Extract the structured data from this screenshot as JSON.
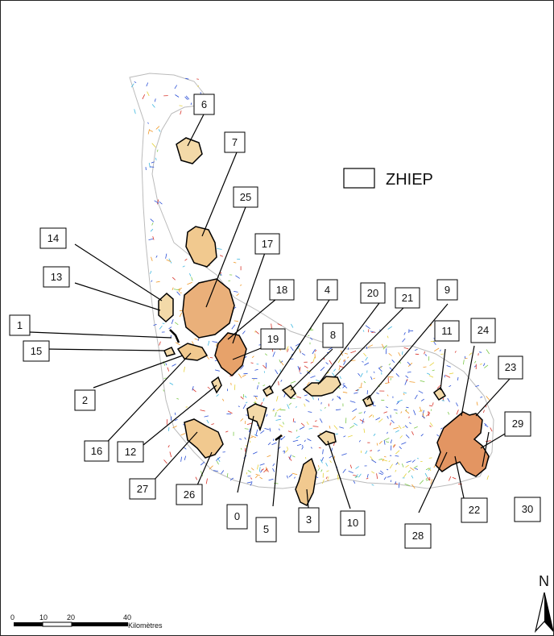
{
  "legend": {
    "label": "ZHIEP"
  },
  "zones": [
    {
      "id": "0",
      "label": "0"
    },
    {
      "id": "1",
      "label": "1"
    },
    {
      "id": "2",
      "label": "2"
    },
    {
      "id": "3",
      "label": "3"
    },
    {
      "id": "4",
      "label": "4"
    },
    {
      "id": "5",
      "label": "5"
    },
    {
      "id": "6",
      "label": "6"
    },
    {
      "id": "7",
      "label": "7"
    },
    {
      "id": "8",
      "label": "8"
    },
    {
      "id": "9",
      "label": "9"
    },
    {
      "id": "10",
      "label": "10"
    },
    {
      "id": "11",
      "label": "11"
    },
    {
      "id": "12",
      "label": "12"
    },
    {
      "id": "13",
      "label": "13"
    },
    {
      "id": "14",
      "label": "14"
    },
    {
      "id": "15",
      "label": "15"
    },
    {
      "id": "16",
      "label": "16"
    },
    {
      "id": "17",
      "label": "17"
    },
    {
      "id": "18",
      "label": "18"
    },
    {
      "id": "19",
      "label": "19"
    },
    {
      "id": "20",
      "label": "20"
    },
    {
      "id": "21",
      "label": "21"
    },
    {
      "id": "22",
      "label": "22"
    },
    {
      "id": "23",
      "label": "23"
    },
    {
      "id": "24",
      "label": "24"
    },
    {
      "id": "25",
      "label": "25"
    },
    {
      "id": "26",
      "label": "26"
    },
    {
      "id": "27",
      "label": "27"
    },
    {
      "id": "28",
      "label": "28"
    },
    {
      "id": "29",
      "label": "29"
    },
    {
      "id": "30",
      "label": "30"
    }
  ],
  "scale_bar": {
    "ticks": [
      "0",
      "10",
      "20",
      "40"
    ],
    "unit": "Kilomètres"
  },
  "north_arrow": {
    "label": "N"
  },
  "colors": {
    "zone_fill": "#f3d9a8",
    "zone_outline": "#000000",
    "basin_outline": "#bbbbbb",
    "stream_blue": "#2a4fd6",
    "stream_cyan": "#3fb8e0",
    "stream_green": "#7cc84a",
    "stream_yellow": "#e6d23a",
    "stream_orange": "#f09a2a",
    "stream_red": "#d8342a"
  }
}
